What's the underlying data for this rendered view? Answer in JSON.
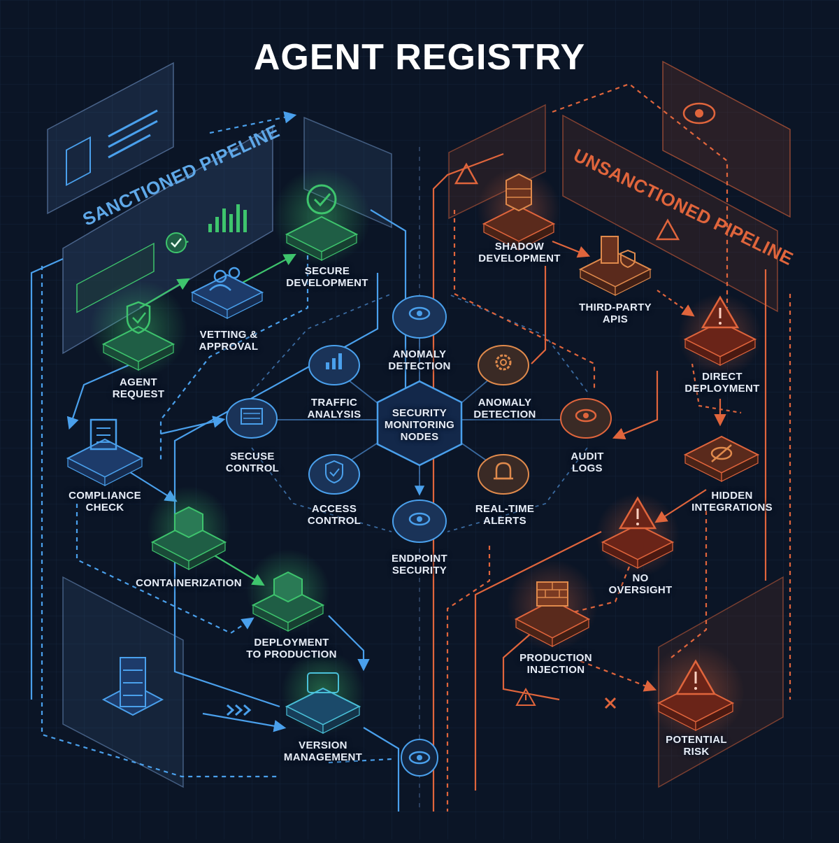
{
  "title": "AGENT REGISTRY",
  "colors": {
    "background": "#0b1526",
    "sanctioned": "#3f8fd8",
    "approved_green": "#3ec46d",
    "monitoring": "#2f6fb0",
    "unsanctioned": "#e0653c",
    "risk_red": "#d9473a"
  },
  "sanctioned": {
    "title": "SANCTIONED PIPELINE",
    "nodes": {
      "agent_request": {
        "line1": "AGENT",
        "line2": "REQUEST",
        "icon": "shield-check-icon"
      },
      "vetting": {
        "line1": "VETTING &",
        "line2": "APPROVAL",
        "icon": "user-group-icon"
      },
      "secure_dev": {
        "line1": "SECURE",
        "line2": "DEVELOPMENT",
        "icon": "check-circle-icon"
      },
      "compliance": {
        "line1": "COMPLIANCE",
        "line2": "CHECK",
        "icon": "checklist-icon"
      },
      "containerization": {
        "line1": "CONTAINERIZATION",
        "icon": "box-icon"
      },
      "deployment": {
        "line1": "DEPLOYMENT",
        "line2": "TO PRODUCTION",
        "icon": "package-icon"
      },
      "version": {
        "line1": "VERSION",
        "line2": "MANAGEMENT",
        "icon": "version-icon"
      }
    }
  },
  "monitoring": {
    "hub": {
      "line1": "SECURITY",
      "line2": "MONITORING",
      "line3": "NODES"
    },
    "nodes": {
      "anomaly_top": {
        "line1": "ANOMALY",
        "line2": "DETECTION",
        "icon": "eye-icon"
      },
      "traffic": {
        "line1": "TRAFFIC",
        "line2": "ANALYSIS",
        "icon": "bar-chart-icon"
      },
      "anomaly_right": {
        "line1": "ANOMALY",
        "line2": "DETECTION",
        "icon": "gear-icon"
      },
      "secuse": {
        "line1": "SECUSE",
        "line2": "CONTROL",
        "icon": "server-icon"
      },
      "audit": {
        "line1": "AUDIT",
        "line2": "LOGS",
        "icon": "eye-icon"
      },
      "access": {
        "line1": "ACCESS",
        "line2": "CONTROL",
        "icon": "shield-icon"
      },
      "alerts": {
        "line1": "REAL-TIME",
        "line2": "ALERTS",
        "icon": "bell-icon"
      },
      "endpoint": {
        "line1": "ENDPOINT",
        "line2": "SECURITY",
        "icon": "eye-icon"
      }
    }
  },
  "unsanctioned": {
    "title": "UNSANCTIONED PIPELINE",
    "nodes": {
      "shadow": {
        "line1": "SHADOW",
        "line2": "DEVELOPMENT",
        "icon": "database-icon"
      },
      "third_party": {
        "line1": "THIRD-PARTY",
        "line2": "APIS",
        "icon": "database-shield-icon"
      },
      "direct": {
        "line1": "DIRECT",
        "line2": "DEPLOYMENT",
        "icon": "warning-icon"
      },
      "hidden": {
        "line1": "HIDDEN",
        "line2": "INTEGRATIONS",
        "icon": "eye-off-icon"
      },
      "no_oversight": {
        "line1": "NO",
        "line2": "OVERSIGHT",
        "icon": "warning-icon"
      },
      "injection": {
        "line1": "PRODUCTION",
        "line2": "INJECTION",
        "icon": "firewall-icon"
      },
      "risk": {
        "line1": "POTENTIAL",
        "line2": "RISK",
        "icon": "warning-icon"
      }
    }
  }
}
